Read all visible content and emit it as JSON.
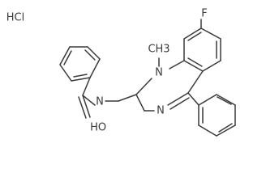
{
  "molecule": {
    "salt": "HCl",
    "atoms": {
      "fluorine": "F",
      "methyl": "CH3",
      "n1": "N",
      "n_imine": "N",
      "n_amide": "N",
      "h_amide": "H",
      "o_carbonyl": "O"
    }
  }
}
